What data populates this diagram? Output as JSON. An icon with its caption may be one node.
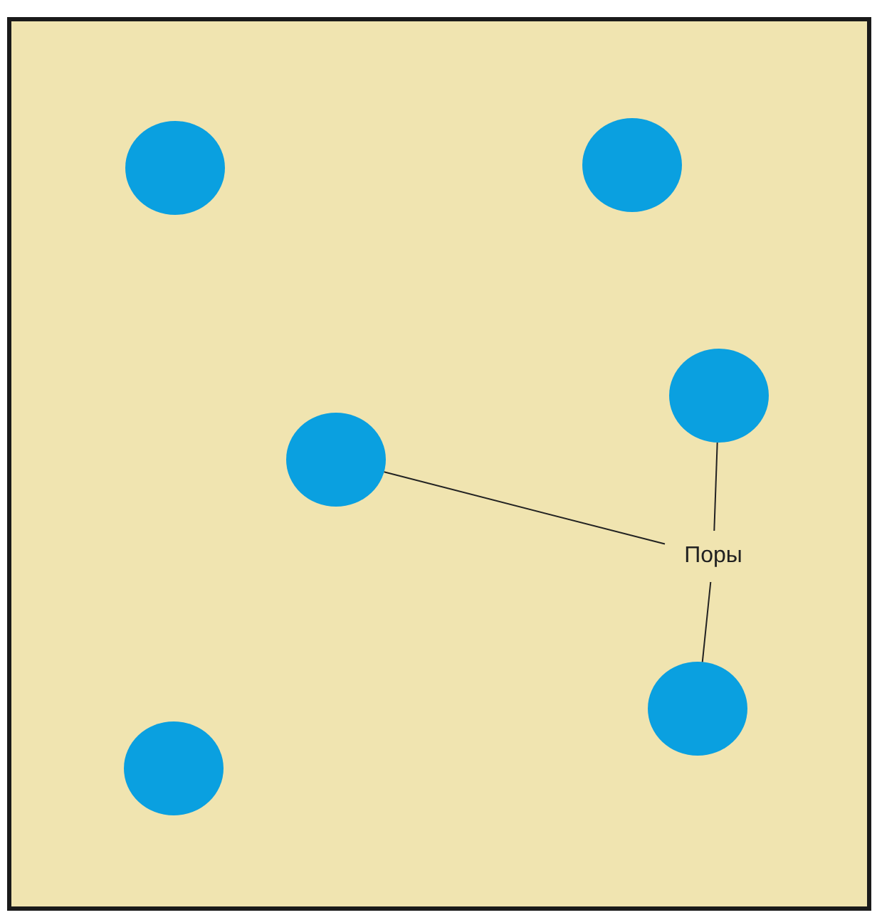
{
  "diagram": {
    "nodes": [
      {
        "text": [],
        "shape": "box"
      },
      {
        "text": [],
        "shape": "circle",
        "in": 0
      },
      {
        "text": [],
        "shape": "circle",
        "in": 0
      },
      {
        "text": [],
        "shape": "circle",
        "in": 0
      },
      {
        "text": [],
        "shape": "circle",
        "in": 0
      },
      {
        "text": [
          "Поры"
        ],
        "in": 0
      },
      {
        "text": [],
        "shape": "circle",
        "in": 0
      },
      {
        "text": [],
        "shape": "circle",
        "in": 0
      }
    ],
    "edges": [
      {
        "from": 5,
        "to": 4,
        "arrow": "none"
      },
      {
        "from": 5,
        "to": 3,
        "arrow": "none"
      },
      {
        "from": 5,
        "to": 6,
        "arrow": "none"
      }
    ]
  }
}
